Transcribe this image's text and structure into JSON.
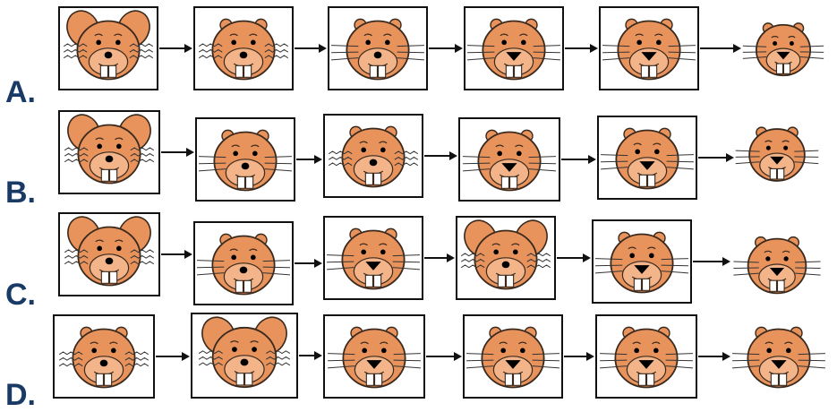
{
  "options": [
    {
      "label": "A.",
      "stages": [
        {
          "ears": "large",
          "nose": "small",
          "whiskers": "wavy",
          "framed": true
        },
        {
          "ears": "small",
          "nose": "small",
          "whiskers": "wavy",
          "framed": true
        },
        {
          "ears": "small",
          "nose": "small",
          "whiskers": "straight",
          "framed": true
        },
        {
          "ears": "small",
          "nose": "large",
          "whiskers": "straight",
          "framed": true
        },
        {
          "ears": "small",
          "nose": "large",
          "whiskers": "straight",
          "framed": true
        },
        {
          "ears": "small",
          "nose": "large",
          "whiskers": "straight",
          "framed": false
        }
      ]
    },
    {
      "label": "B.",
      "stages": [
        {
          "ears": "large",
          "nose": "small",
          "whiskers": "wavy",
          "framed": true
        },
        {
          "ears": "small",
          "nose": "small",
          "whiskers": "straight",
          "framed": true
        },
        {
          "ears": "small",
          "nose": "small",
          "whiskers": "wavy",
          "framed": true
        },
        {
          "ears": "small",
          "nose": "large",
          "whiskers": "straight",
          "framed": true
        },
        {
          "ears": "small",
          "nose": "large",
          "whiskers": "straight",
          "framed": true
        },
        {
          "ears": "small",
          "nose": "large",
          "whiskers": "straight",
          "framed": false
        }
      ]
    },
    {
      "label": "C.",
      "stages": [
        {
          "ears": "large",
          "nose": "small",
          "whiskers": "wavy",
          "framed": true
        },
        {
          "ears": "small",
          "nose": "small",
          "whiskers": "straight",
          "framed": true
        },
        {
          "ears": "small",
          "nose": "large",
          "whiskers": "straight",
          "framed": true
        },
        {
          "ears": "large",
          "nose": "small",
          "whiskers": "wavy",
          "framed": true
        },
        {
          "ears": "small",
          "nose": "large",
          "whiskers": "straight",
          "framed": true
        },
        {
          "ears": "small",
          "nose": "large",
          "whiskers": "straight",
          "framed": false
        }
      ]
    },
    {
      "label": "D.",
      "stages": [
        {
          "ears": "small",
          "nose": "small",
          "whiskers": "wavy",
          "framed": true
        },
        {
          "ears": "large",
          "nose": "small",
          "whiskers": "wavy",
          "framed": true
        },
        {
          "ears": "small",
          "nose": "large",
          "whiskers": "straight",
          "framed": true
        },
        {
          "ears": "small",
          "nose": "large",
          "whiskers": "straight",
          "framed": true
        },
        {
          "ears": "small",
          "nose": "large",
          "whiskers": "straight",
          "framed": true
        },
        {
          "ears": "small",
          "nose": "large",
          "whiskers": "straight",
          "framed": false
        }
      ]
    }
  ],
  "colors": {
    "fur": "#e8925c",
    "fur_inner": "#f3b48a",
    "outline": "#3a2a1e",
    "label": "#1a3a66",
    "frame": "#111111",
    "arrow": "#111111"
  }
}
